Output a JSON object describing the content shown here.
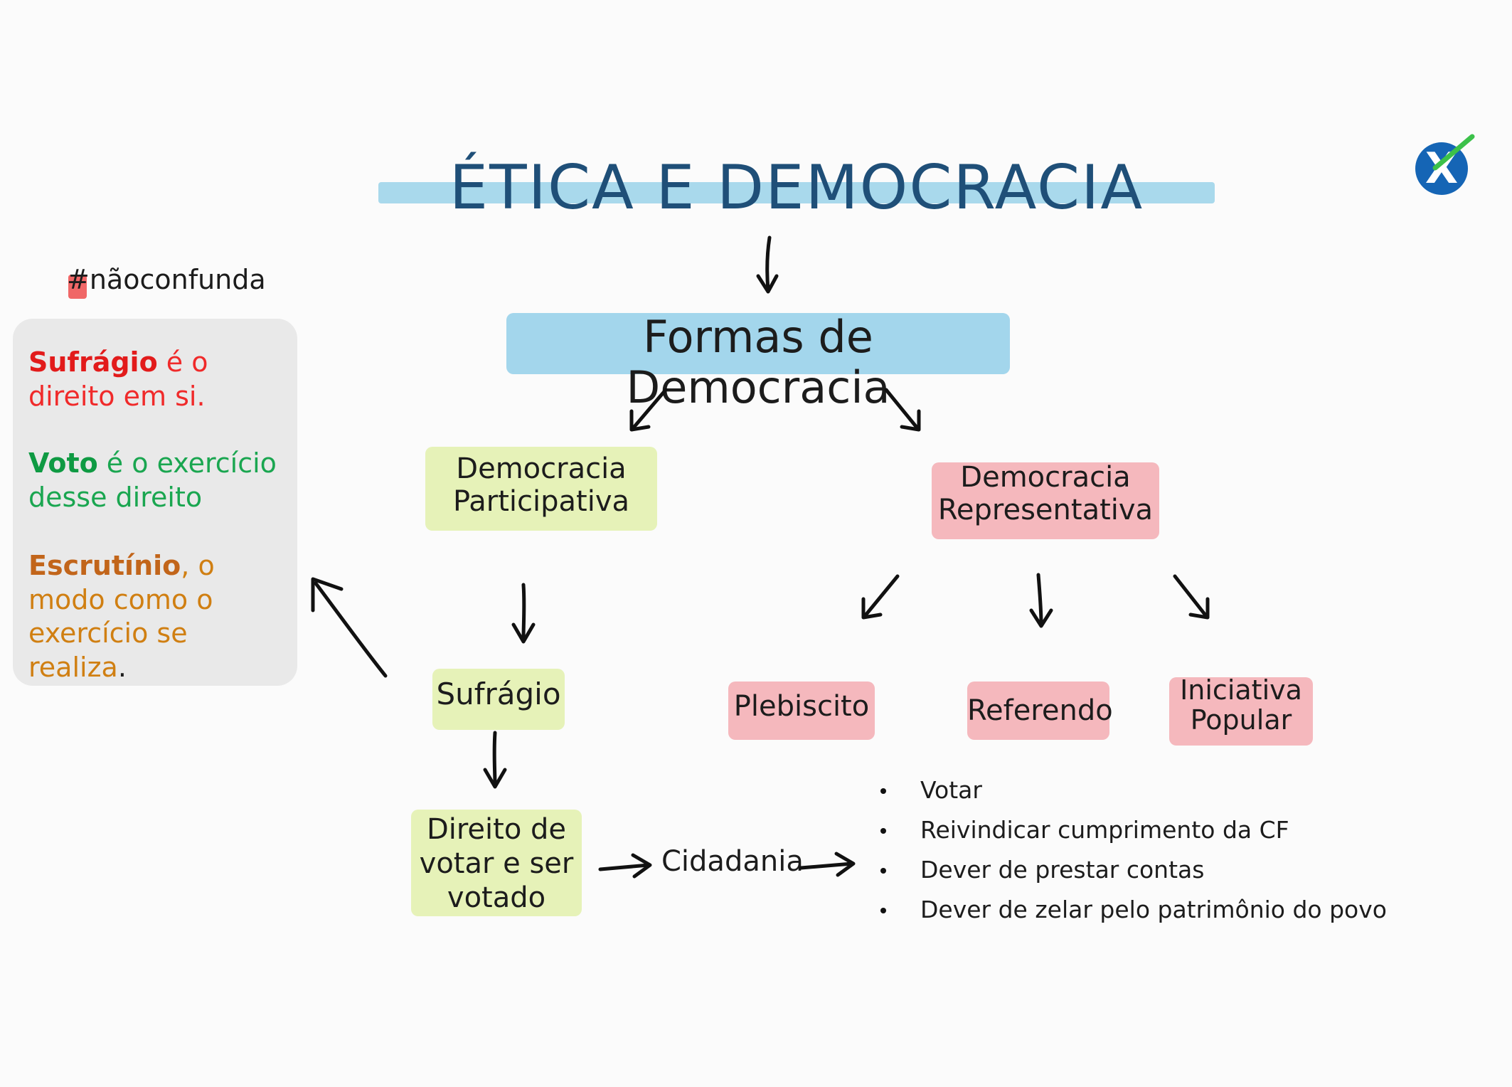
{
  "title": "ÉTICA E DEMOCRACIA",
  "root": "Formas de Democracia",
  "participativa": {
    "line1": "Democracia",
    "line2": "Participativa"
  },
  "representativa": {
    "line1": "Democracia",
    "line2": "Representativa"
  },
  "sufragio": "Sufrágio",
  "direito": {
    "line1": "Direito de",
    "line2": "votar e ser",
    "line3": "votado"
  },
  "cidadania": "Cidadania",
  "plebiscito": "Plebiscito",
  "referendo": "Referendo",
  "iniciativa": {
    "line1": "Iniciativa",
    "line2": "Popular"
  },
  "bullets": [
    "Votar",
    "Reivindicar cumprimento da CF",
    "Dever de prestar contas",
    "Dever de zelar pelo patrimônio do povo"
  ],
  "sidenote": {
    "hashtag_mark": "#",
    "hashtag_text": "nãoconfunda",
    "note1_strong": "Sufrágio",
    "note1_rest": " é o direito em si.",
    "note2_strong": "Voto",
    "note2_rest": " é o exercício desse direito",
    "note3_strong": "Escrutínio",
    "note3_rest": ", o modo como o exercício se realiza",
    "note3_end": "."
  },
  "colors": {
    "title": "#1f4f78",
    "title_highlight": "#a9d9ec",
    "green_highlight": "#e6f2b8",
    "red_highlight": "#f5b8bd",
    "note_red": "#e21b1b",
    "note_green": "#0f9a43",
    "note_orange": "#c2651a",
    "logo_blue": "#1565b5",
    "logo_green": "#3cc14a"
  },
  "logo": {
    "icon": "x-check-logo-icon"
  }
}
